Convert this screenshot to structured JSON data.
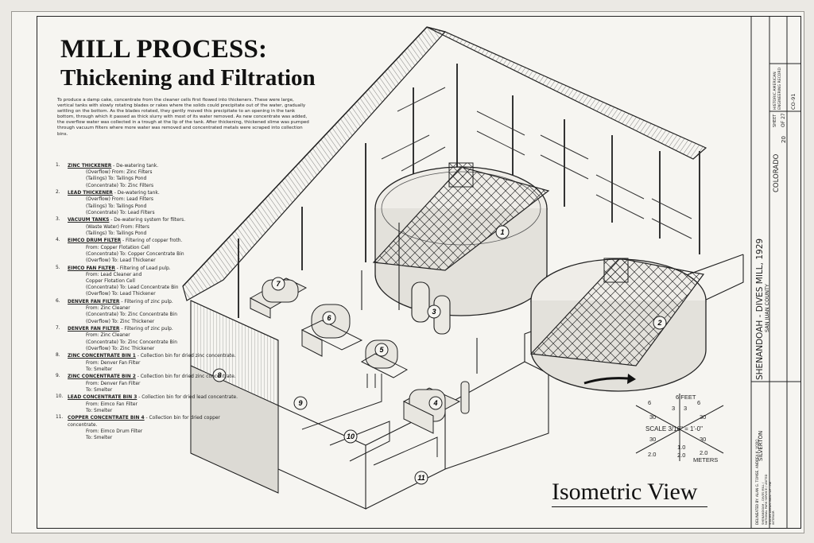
{
  "title": {
    "line1": "MILL PROCESS:",
    "line2": "Thickening and Filtration"
  },
  "intro": "To produce a damp cake, concentrate from the cleaner cells first flowed into thickeners. These were large, vertical tanks with slowly rotating blades or rakes where the solids could precipitate out of the water, gradually settling on the bottom. As the blades rotated, they gently moved this precipitate to an opening in the tank bottom, through which it passed as thick slurry with most of its water removed. As new concentrate was added, the overflow water was collected in a trough at the lip of the tank. After thickening, thickened slime was pumped through vacuum filters where more water was removed and concentrated metals were scraped into collection bins.",
  "legend": [
    {
      "num": "1.",
      "name": "ZINC THICKENER",
      "desc": " - De-watering tank.",
      "lines": [
        "(Overflow) From: Zinc Filters",
        "(Tailings) To: Tailings Pond",
        "(Concentrate) To: Zinc Filters"
      ]
    },
    {
      "num": "2.",
      "name": "LEAD THICKENER",
      "desc": " - De-watering tank.",
      "lines": [
        "(Overflow) From: Lead Filters",
        "(Tailings) To: Tailings Pond",
        "(Concentrate) To: Lead Filters"
      ]
    },
    {
      "num": "3.",
      "name": "VACUUM TANKS",
      "desc": " - De-watering system for filters.",
      "lines": [
        "(Waste Water) From: Filters",
        "(Tailings) To: Tailings Pond"
      ]
    },
    {
      "num": "4.",
      "name": "EIMCO DRUM FILTER",
      "desc": " - Filtering of copper froth.",
      "lines": [
        "From: Copper Flotation Cell",
        "(Concentrate) To: Copper Concentrate Bin",
        "(Overflow) To: Lead Thickener"
      ]
    },
    {
      "num": "5.",
      "name": "EIMCO FAN FILTER",
      "desc": " - Filtering of Lead pulp.",
      "lines": [
        "From: Lead Cleaner and",
        "Copper Flotation Cell",
        "(Concentrate) To: Lead Concentrate Bin",
        "(Overflow) To: Lead Thickener"
      ]
    },
    {
      "num": "6.",
      "name": "DENVER FAN FILTER",
      "desc": " - Filtering of zinc pulp.",
      "lines": [
        "From: Zinc Cleaner",
        "(Concentrate) To: Zinc Concentrate Bin",
        "(Overflow) To: Zinc Thickener"
      ]
    },
    {
      "num": "7.",
      "name": "DENVER FAN FILTER",
      "desc": " - Filtering of zinc pulp.",
      "lines": [
        "From: Zinc Cleaner",
        "(Concentrate) To: Zinc Concentrate Bin",
        "(Overflow) To: Zinc Thickener"
      ]
    },
    {
      "num": "8.",
      "name": "ZINC CONCENTRATE BIN 1",
      "desc": " - Collection bin for dried zinc concentrate.",
      "lines": [
        "From: Denver Fan Filter",
        "To: Smelter"
      ]
    },
    {
      "num": "9.",
      "name": "ZINC CONCENTRATE BIN 2",
      "desc": " - Collection bin for dried zinc concentrate.",
      "lines": [
        "From: Denver Fan Filter",
        "To: Smelter"
      ]
    },
    {
      "num": "10.",
      "name": "LEAD CONCENTRATE BIN 3",
      "desc": " - Collection bin for dried lead concentrate.",
      "lines": [
        "From: Eimco Fan Filter",
        "To: Smelter"
      ]
    },
    {
      "num": "11.",
      "name": "COPPER CONCENTRATE BIN 4",
      "desc": " - Collection bin for dried copper concentrate.",
      "lines": [
        "From: Eimco Drum Filter",
        "To: Smelter"
      ]
    }
  ],
  "callouts": [
    "1",
    "2",
    "3",
    "4",
    "5",
    "6",
    "7",
    "8",
    "9",
    "10",
    "11"
  ],
  "view_label": "Isometric View",
  "scale": {
    "feet_label": "6 FEET",
    "feet_ticks": [
      "6",
      "3",
      "3",
      "6"
    ],
    "feet_ticks_lower": [
      "30",
      "30"
    ],
    "scale_text": "SCALE  3/16\" = 1'-0\"",
    "meter_ticks_upper": [
      "30",
      "30"
    ],
    "meter_ticks": [
      "1.0",
      "2.0",
      "2.0",
      "2.0"
    ],
    "meter_label": "METERS"
  },
  "title_block": {
    "project": "SHENANDOAH - DIVES MILL, 1929",
    "county": "SAN JUAN COUNTY",
    "location": "SILVERTON",
    "state": "COLORADO",
    "haer_no": "CO-91",
    "sheet_label": "SHEET",
    "sheet_no": "20",
    "sheet_of": "OF 27",
    "agency": "HISTORIC AMERICAN ENGINEERING RECORD",
    "delineator": "DELINEATED BY: ALAN G. TOMSE, ANDREA K. VORO...",
    "sponsor": "SHENANDOAH - DIVES MILL / NATIONAL PARK SERVICE / UNITED STATES DEPARTMENT OF THE INTERIOR"
  }
}
